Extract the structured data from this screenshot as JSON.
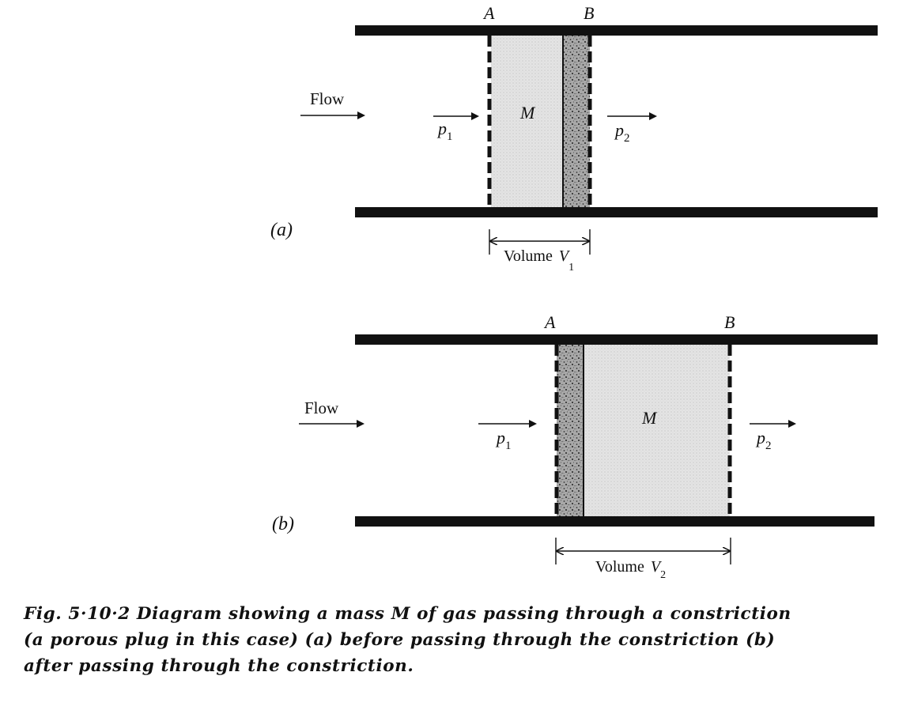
{
  "panel_a": {
    "label": "(a)",
    "flow": "Flow",
    "wall_a": "A",
    "wall_b": "B",
    "mass": "M",
    "p1": "p",
    "p1_sub": "1",
    "p2": "p",
    "p2_sub": "2",
    "volume": "Volume",
    "volume_var": "V",
    "volume_sub": "1"
  },
  "panel_b": {
    "label": "(b)",
    "flow": "Flow",
    "wall_a": "A",
    "wall_b": "B",
    "mass": "M",
    "p1": "p",
    "p1_sub": "1",
    "p2": "p",
    "p2_sub": "2",
    "volume": "Volume",
    "volume_var": "V",
    "volume_sub": "2"
  },
  "caption": {
    "line1": "Fig. 5·10·2   Diagram showing a mass M of gas passing through a constriction",
    "line2": "(a porous plug in this case) (a) before passing through the constriction  (b)",
    "line3": "after passing through the constriction."
  },
  "colors": {
    "pipe": "#111111",
    "gas": "#e6e6e6",
    "plug": "#9a9a9a"
  }
}
